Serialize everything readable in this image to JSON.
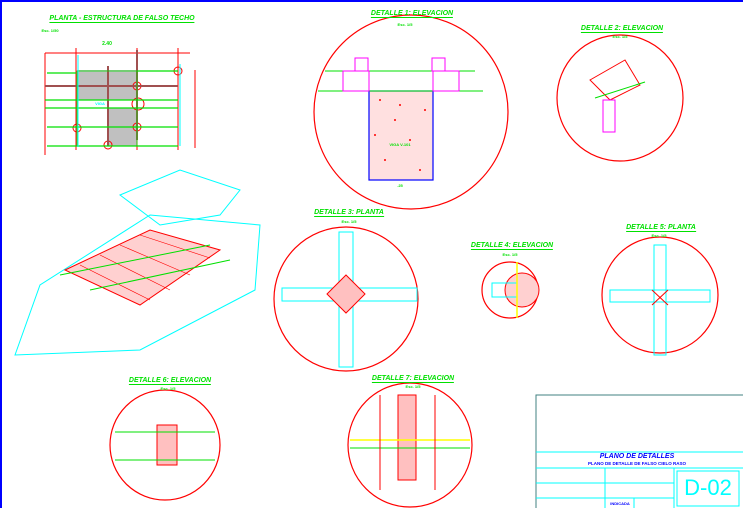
{
  "plan": {
    "title": "PLANTA - ESTRUCTURA DE FALSO TECHO",
    "scale": "Esc. 1/50",
    "dim_top": "2.40",
    "label_viga": "VIGA"
  },
  "details": [
    {
      "id": "d1",
      "title": "DETALLE 1: ELEVACION",
      "scale": "Esc. 1/5",
      "beam_label": "VIGA V-101",
      "dim": ".25"
    },
    {
      "id": "d2",
      "title": "DETALLE 2: ELEVACION",
      "scale": "Esc. 1/5"
    },
    {
      "id": "d3",
      "title": "DETALLE 3: PLANTA",
      "scale": "Esc. 1/5"
    },
    {
      "id": "d4",
      "title": "DETALLE 4: ELEVACION",
      "scale": "Esc. 1/5"
    },
    {
      "id": "d5",
      "title": "DETALLE 5: PLANTA",
      "scale": "Esc. 1/5"
    },
    {
      "id": "d6",
      "title": "DETALLE 6: ELEVACION",
      "scale": "Esc. 1/5"
    },
    {
      "id": "d7",
      "title": "DETALLE 7: ELEVACION",
      "scale": "Esc. 1/5"
    }
  ],
  "title_block": {
    "heading": "PLANO DE DETALLES",
    "subheading": "PLANO DE DETALLE DE FALSO CIELO RASO",
    "sheet_number": "D-02",
    "scale_value": "INDICADA"
  },
  "colors": {
    "green": "#00e000",
    "red": "#ff0000",
    "cyan": "#00ffff",
    "blue": "#0000ff",
    "magenta": "#ff00ff",
    "gray": "#c0c0c0"
  }
}
